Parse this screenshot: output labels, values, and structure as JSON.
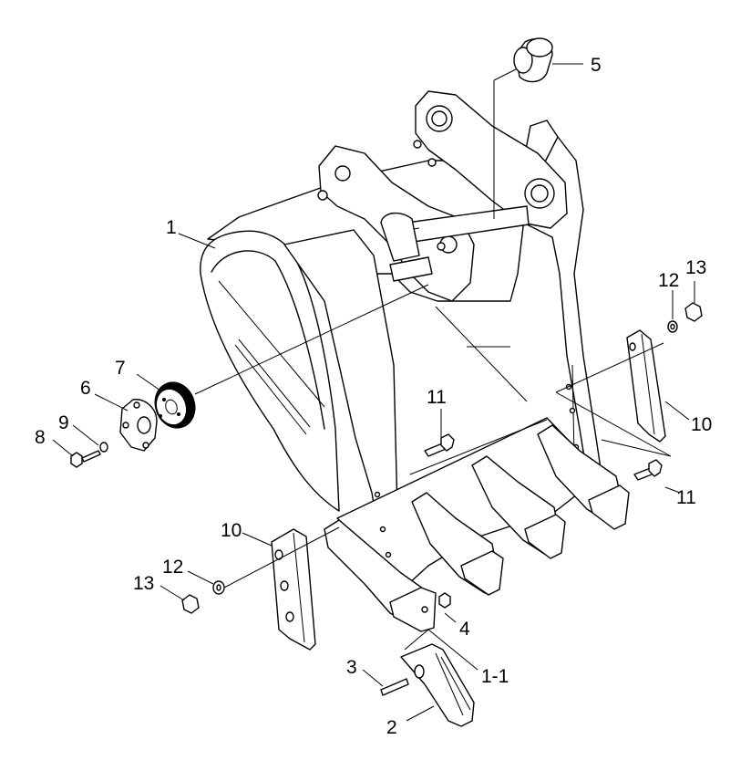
{
  "diagram": {
    "callouts": {
      "c1": "1",
      "c1_1": "1-1",
      "c2": "2",
      "c3": "3",
      "c4": "4",
      "c5": "5",
      "c6": "6",
      "c7": "7",
      "c8": "8",
      "c9": "9",
      "c10_left": "10",
      "c10_right": "10",
      "c11_center": "11",
      "c11_right": "11",
      "c12_left": "12",
      "c12_right": "12",
      "c13_left": "13",
      "c13_right": "13"
    }
  }
}
